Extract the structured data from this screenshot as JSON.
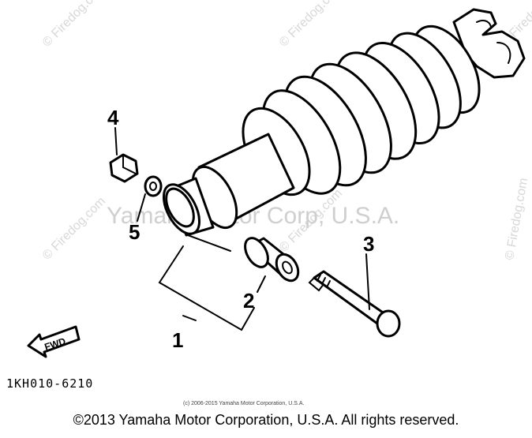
{
  "watermark": {
    "firedog": "© Firedog.com",
    "center": "Yamaha Motor Corp, U.S.A."
  },
  "callouts": {
    "c1": "1",
    "c2": "2",
    "c3": "3",
    "c4": "4",
    "c5": "5"
  },
  "direction_arrow": "FWD",
  "part_code": "1KH010-6210",
  "small_copyright": "(c) 2006-2015 Yamaha Motor Corporation, U.S.A.",
  "footer_copyright": "©2013 Yamaha Motor Corporation, U.S.A. All rights reserved."
}
